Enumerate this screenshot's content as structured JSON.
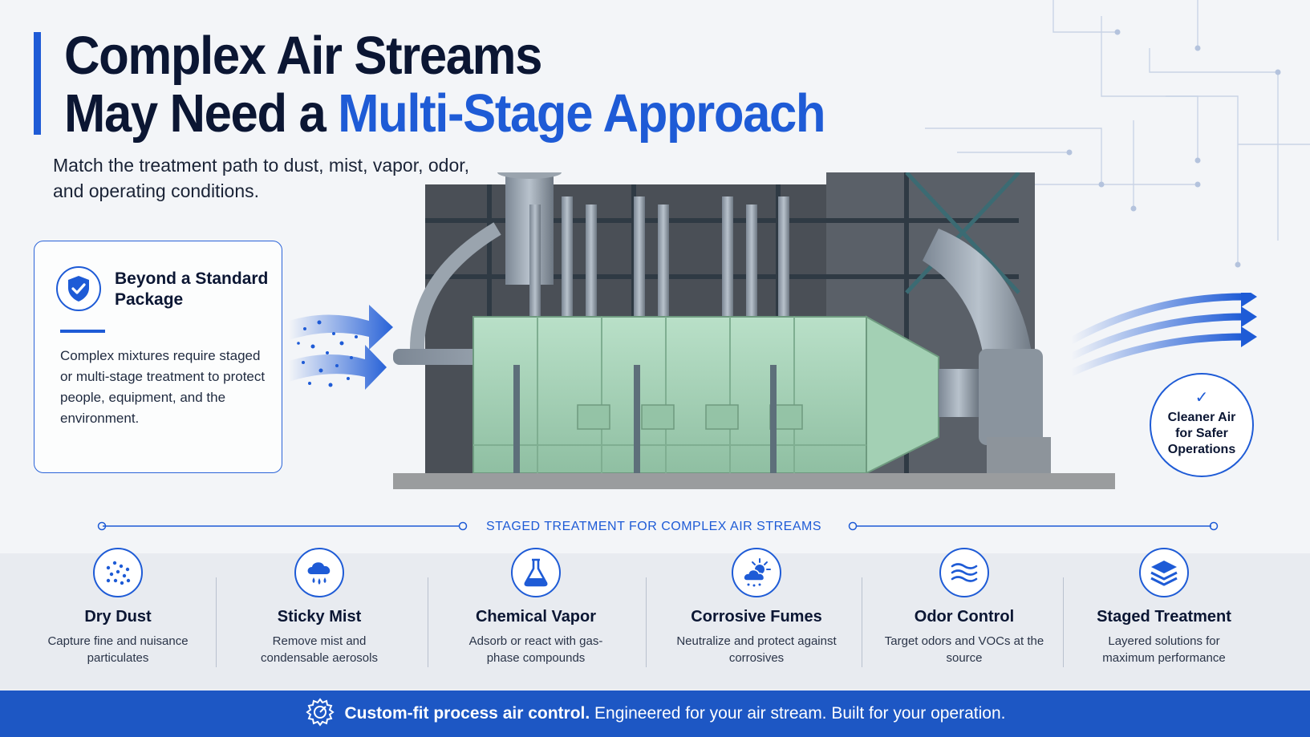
{
  "header": {
    "title_line1": "Complex Air Streams",
    "title_line2_prefix": "May Need a ",
    "title_line2_accent": "Multi-Stage Approach",
    "subtitle": "Match the treatment path to dust, mist, vapor, odor, and operating conditions."
  },
  "card": {
    "icon": "shield-check-icon",
    "title": "Beyond a Standard Package",
    "body": "Complex mixtures require staged or multi-stage treatment to protect people, equipment, and the environment."
  },
  "result_badge": {
    "check_glyph": "✓",
    "text": "Cleaner Air for Safer Operations"
  },
  "section_label": "STAGED TREATMENT FOR COMPLEX AIR STREAMS",
  "items": [
    {
      "icon": "dust-particles-icon",
      "title": "Dry Dust",
      "desc": "Capture fine and nuisance particulates"
    },
    {
      "icon": "cloud-drops-icon",
      "title": "Sticky Mist",
      "desc": "Remove mist and condensable aerosols"
    },
    {
      "icon": "flask-icon",
      "title": "Chemical Vapor",
      "desc": "Adsorb or react with gas-phase compounds"
    },
    {
      "icon": "sun-cloud-icon",
      "title": "Corrosive Fumes",
      "desc": "Neutralize and protect against corrosives"
    },
    {
      "icon": "waves-icon",
      "title": "Odor Control",
      "desc": "Target odors and VOCs at the source"
    },
    {
      "icon": "layers-icon",
      "title": "Staged Treatment",
      "desc": "Layered solutions for maximum performance"
    }
  ],
  "footer": {
    "icon": "gear-target-icon",
    "strong": "Custom-fit process air control.",
    "rest": " Engineered for your air stream. Built for your operation."
  },
  "colors": {
    "accent": "#1e5bd6",
    "navy": "#0b1633",
    "footer_bg": "#1d57c4",
    "duct_green": "#a9d6b9"
  }
}
